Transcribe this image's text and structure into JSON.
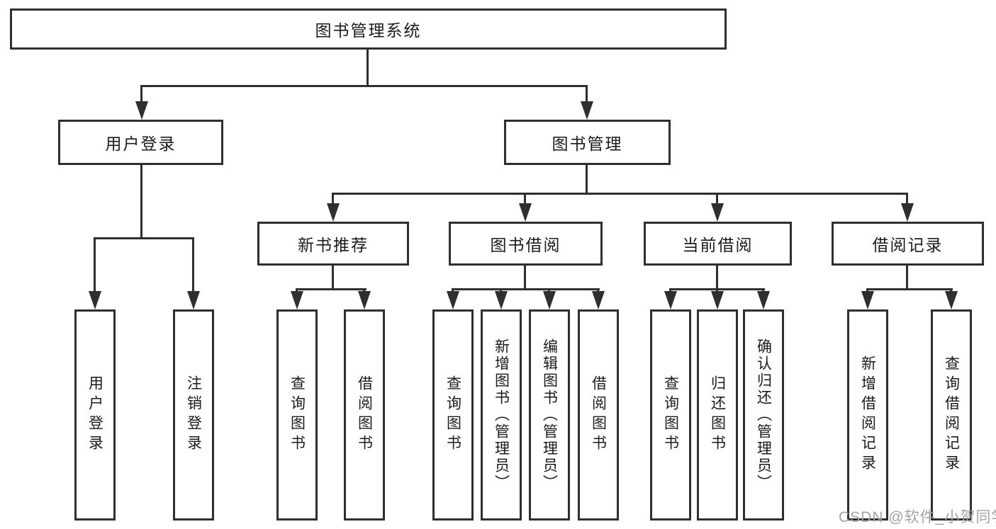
{
  "diagram_title": "图书管理系统",
  "tree": {
    "label": "图书管理系统",
    "children": [
      {
        "label": "用户登录",
        "children": [
          {
            "label": "用户登录"
          },
          {
            "label": "注销登录"
          }
        ]
      },
      {
        "label": "图书管理",
        "children": [
          {
            "label": "新书推荐",
            "children": [
              {
                "label": "查询图书"
              },
              {
                "label": "借阅图书"
              }
            ]
          },
          {
            "label": "图书借阅",
            "children": [
              {
                "label": "查询图书"
              },
              {
                "label": "新增图书（管理员）"
              },
              {
                "label": "编辑图书（管理员）"
              },
              {
                "label": "借阅图书"
              }
            ]
          },
          {
            "label": "当前借阅",
            "children": [
              {
                "label": "查询图书"
              },
              {
                "label": "归还图书"
              },
              {
                "label": "确认归还（管理员）"
              }
            ]
          },
          {
            "label": "借阅记录",
            "children": [
              {
                "label": "新增借阅记录"
              },
              {
                "label": "查询借阅记录"
              }
            ]
          }
        ]
      }
    ]
  },
  "watermark": {
    "text": "CSDN @软件_小贺同学"
  },
  "colors": {
    "line": "#2f2f2f",
    "text": "#1b1b1d",
    "watermark": "#a3a3a3",
    "background": "#ffffff"
  }
}
